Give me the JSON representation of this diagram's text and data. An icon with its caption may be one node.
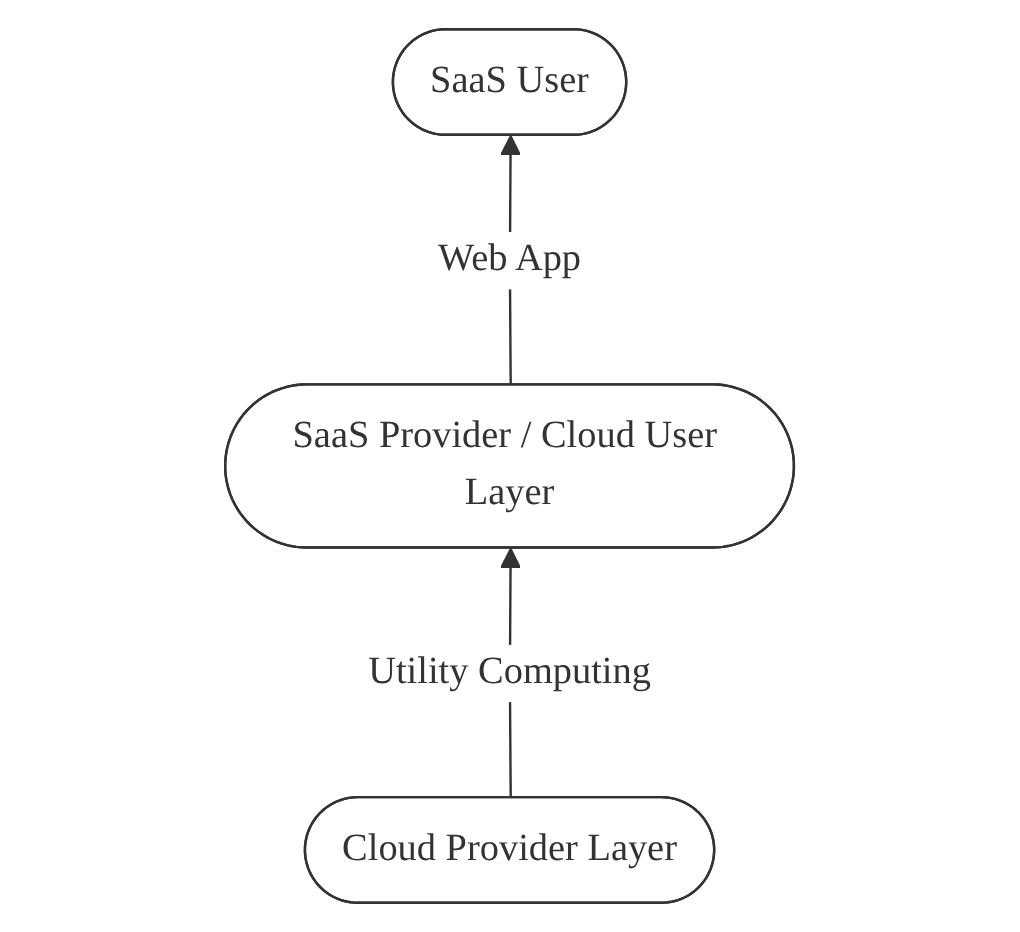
{
  "diagram": {
    "nodes": [
      {
        "text": [
          "SaaS User"
        ]
      },
      {
        "text": [
          "SaaS Provider / Cloud User Layer"
        ]
      },
      {
        "text": [
          "Cloud Provider Layer"
        ]
      }
    ],
    "edges": [
      {
        "from": 1,
        "to": 0,
        "arrow": "to",
        "label": "Web App"
      },
      {
        "from": 2,
        "to": 1,
        "arrow": "to",
        "label": "Utility Computing"
      }
    ]
  }
}
